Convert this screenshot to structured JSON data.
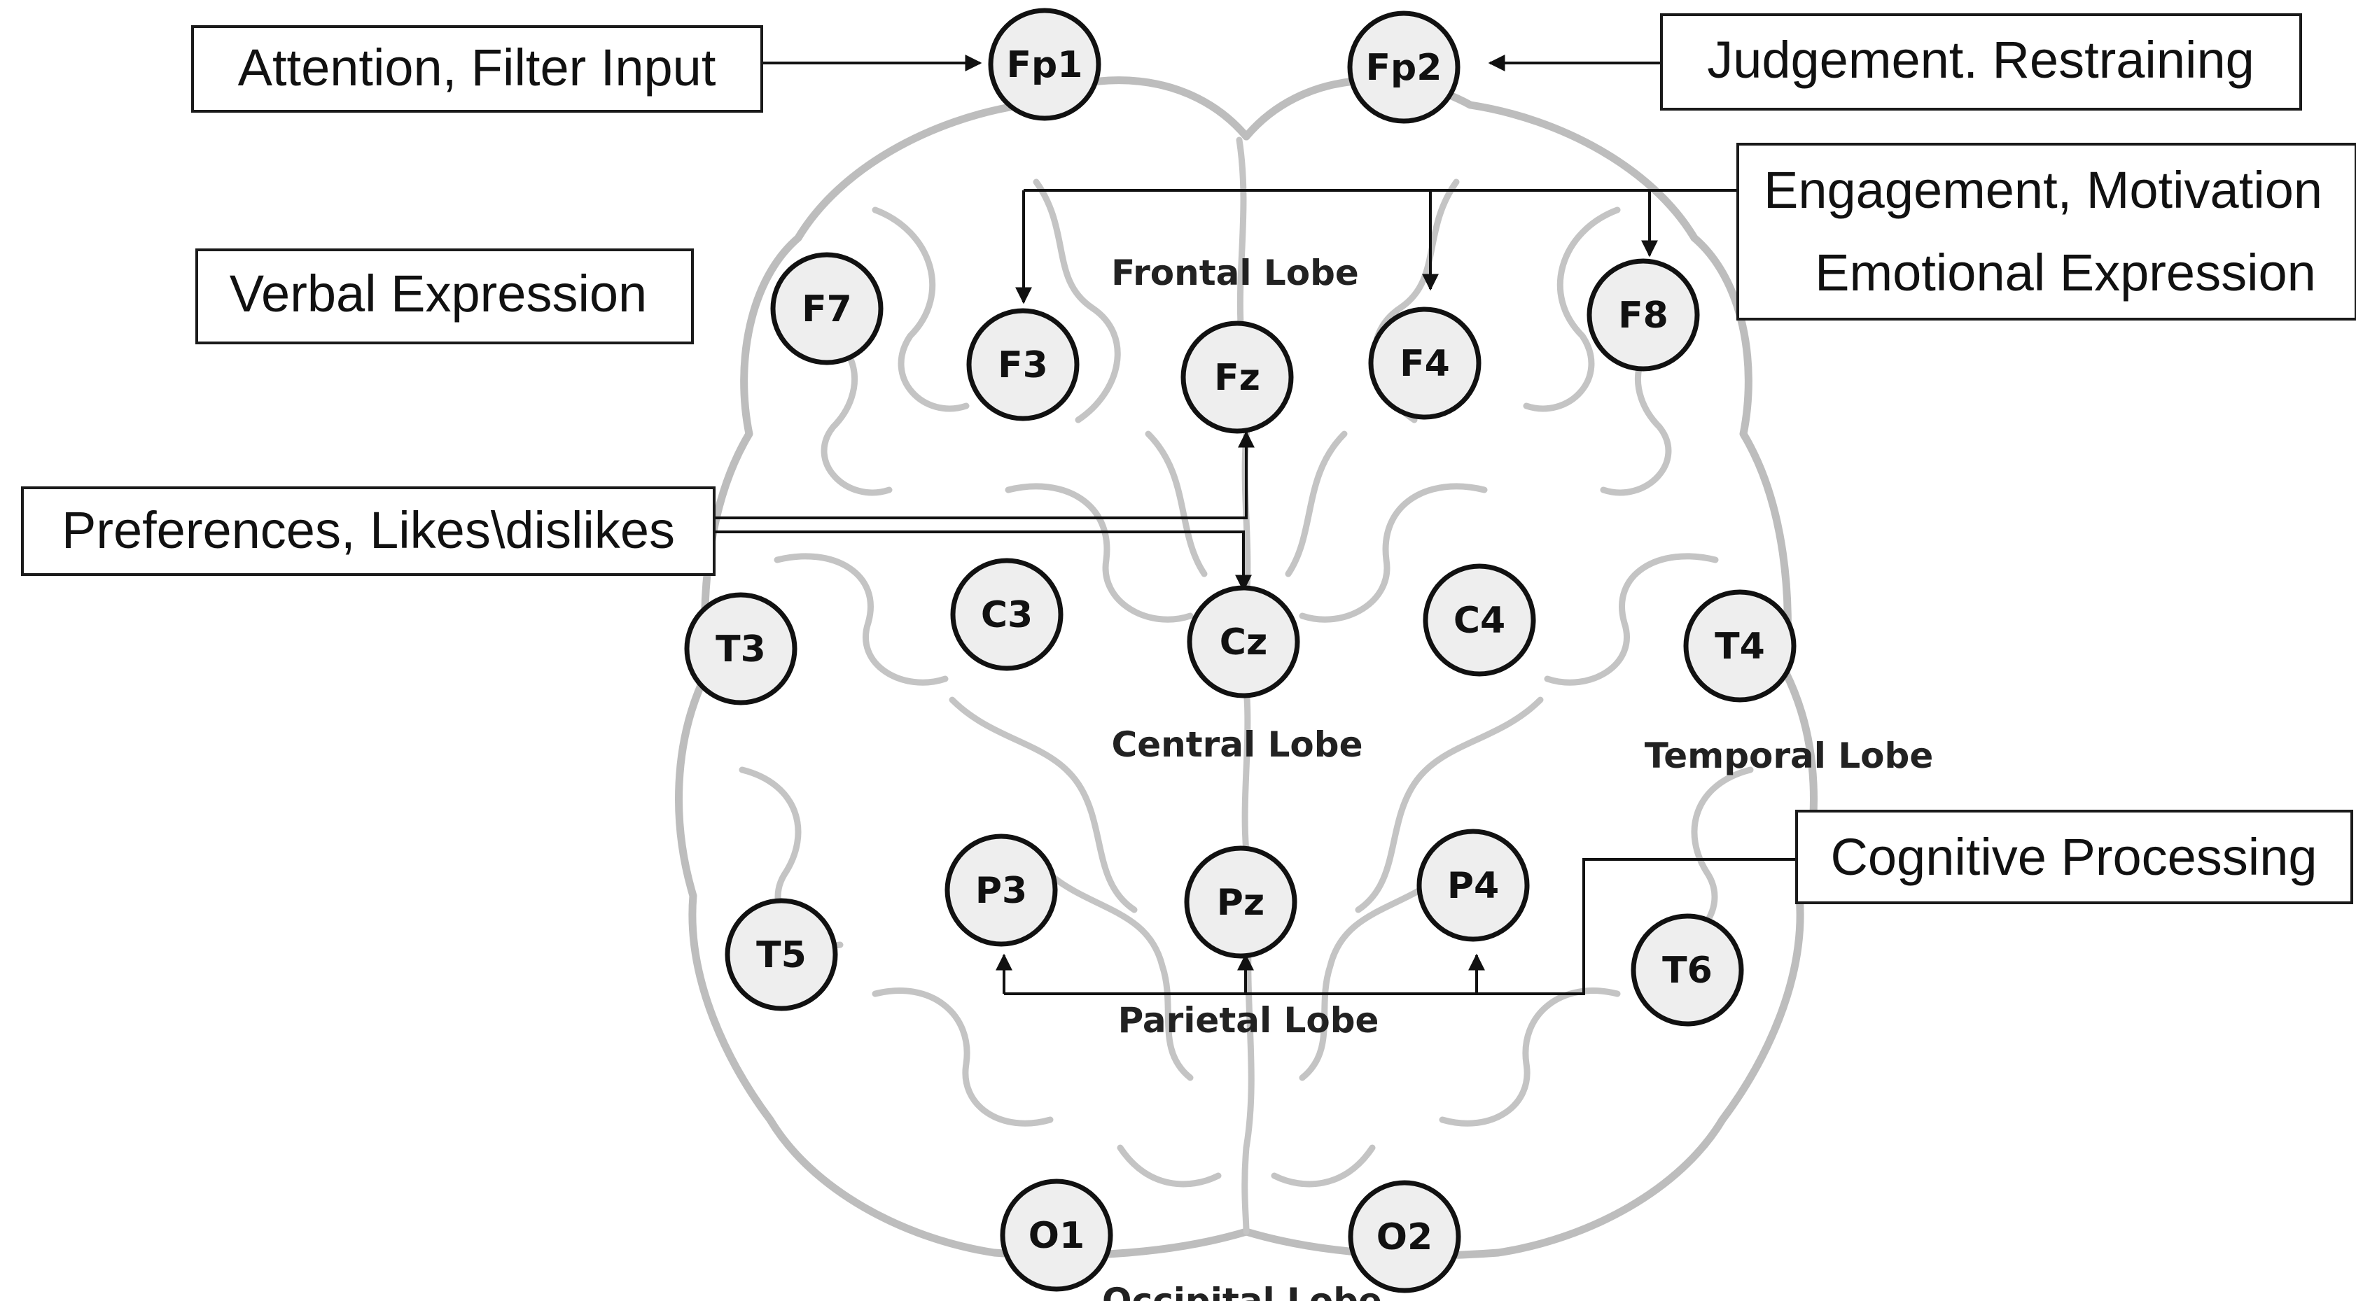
{
  "electrodes": [
    {
      "id": "fp1",
      "label": "Fp1"
    },
    {
      "id": "fp2",
      "label": "Fp2"
    },
    {
      "id": "f7",
      "label": "F7"
    },
    {
      "id": "f3",
      "label": "F3"
    },
    {
      "id": "fz",
      "label": "Fz"
    },
    {
      "id": "f4",
      "label": "F4"
    },
    {
      "id": "f8",
      "label": "F8"
    },
    {
      "id": "t3",
      "label": "T3"
    },
    {
      "id": "c3",
      "label": "C3"
    },
    {
      "id": "cz",
      "label": "Cz"
    },
    {
      "id": "c4",
      "label": "C4"
    },
    {
      "id": "t4",
      "label": "T4"
    },
    {
      "id": "t5",
      "label": "T5"
    },
    {
      "id": "p3",
      "label": "P3"
    },
    {
      "id": "pz",
      "label": "Pz"
    },
    {
      "id": "p4",
      "label": "P4"
    },
    {
      "id": "t6",
      "label": "T6"
    },
    {
      "id": "o1",
      "label": "O1"
    },
    {
      "id": "o2",
      "label": "O2"
    }
  ],
  "lobes": {
    "frontal": "Frontal Lobe",
    "central": "Central Lobe",
    "temporal": "Temporal Lobe",
    "parietal": "Parietal Lobe",
    "occipital": "Occipital Lobe"
  },
  "functions": {
    "attention": "Attention, Filter Input",
    "judgement": "Judgement. Restraining",
    "engagement_line1": "Engagement, Motivation",
    "engagement_line2": "Emotional Expression",
    "verbal": "Verbal Expression",
    "preferences": "Preferences, Likes\\dislikes",
    "cognitive": "Cognitive Processing"
  },
  "colors": {
    "brain_line": "#c4c4c4",
    "electrode_fill": "#eeeeee",
    "ink": "#111111"
  }
}
